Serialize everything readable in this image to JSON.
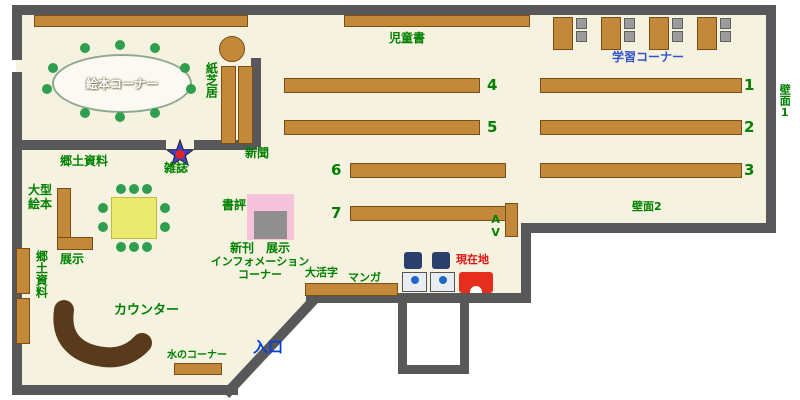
{
  "labels": {
    "ehon_corner": "絵本コーナー",
    "kamishibai": "紙芝居",
    "shinbun": "新聞",
    "zasshi": "雑誌",
    "kyodo_top": "郷土資料",
    "ogata_ehon": "大型\n絵本",
    "tenji_left": "展示",
    "kyodo_left": "郷土資料",
    "counter": "カウンター",
    "mizu_corner": "水のコーナー",
    "entrance": "入口",
    "shohyo": "書評",
    "shinkan": "新刊",
    "tenji_center": "展示",
    "information": "インフォメーション\nコーナー",
    "daikatsuji": "大活字",
    "manga": "マンガ",
    "genzaichi": "現在地",
    "av": "AV",
    "jidosho": "児童書",
    "gakushu_corner": "学習コーナー",
    "hekimen1": "壁面1",
    "hekimen2": "壁面2"
  },
  "shelf_numbers": {
    "row1": "1",
    "row2": "2",
    "row3": "3",
    "row4": "4",
    "row5": "5",
    "row6": "6",
    "row7": "7"
  },
  "colors": {
    "floor": "#f5f2df",
    "wall": "#58585a",
    "shelf": "#c4883b",
    "shelf_border": "#7c4e17",
    "label_green": "#008000",
    "entrance_blue": "#0040e0",
    "study_blue": "#3355cc",
    "current_red": "#dd1111",
    "counter_brown": "#5a3a1d",
    "table_yellow": "#eaea70",
    "display_pink": "#f7c3da",
    "chair_green": "#2f9e4f",
    "star_blue": "#3d3dd0",
    "marker_red": "#e62e1e"
  }
}
